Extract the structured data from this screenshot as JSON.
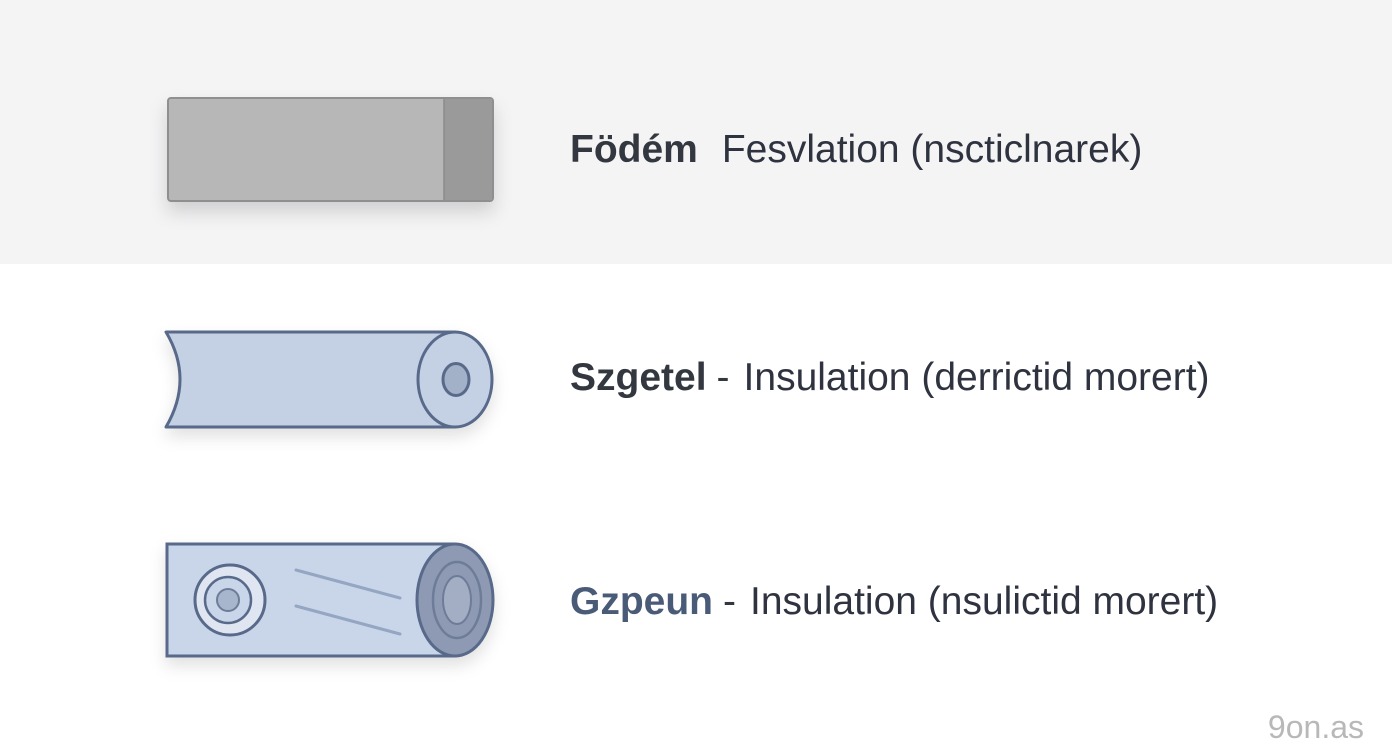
{
  "items": [
    {
      "term": "Födém",
      "separator": "",
      "description": "Fesvlation (nscticlnarek)",
      "icon": "gray-board-icon"
    },
    {
      "term": "Szgetel",
      "separator": "-",
      "description": "Insulation (derrictid morert)",
      "icon": "insulation-roll-icon"
    },
    {
      "term": "Gzpeun",
      "separator": "-",
      "description": "Insulation (nsulictid morert)",
      "icon": "insulation-tube-icon"
    }
  ],
  "watermark": "9on.as",
  "colors": {
    "board_fill": "#b7b7b7",
    "board_edge": "#9a9a9a",
    "roll_fill": "#c4d0e3",
    "roll_stroke": "#58698a",
    "tube_end": "#8e9ab3",
    "top_band": "#f4f4f5",
    "term_blue": "#4a5b78"
  }
}
